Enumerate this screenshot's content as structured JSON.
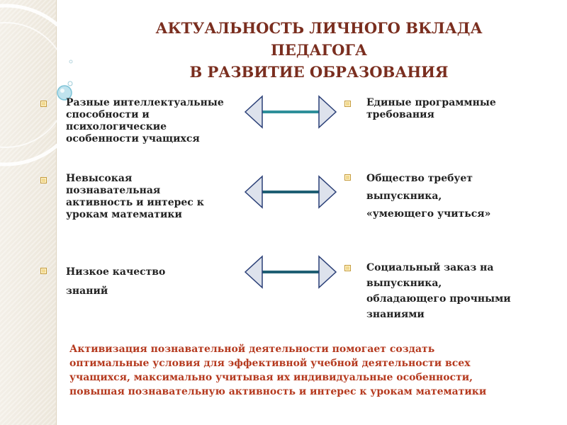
{
  "title": {
    "line1": "АКТУАЛЬНОСТЬ ЛИЧНОГО ВКЛАДА",
    "line2": "ПЕДАГОГА",
    "line3": "В РАЗВИТИЕ ОБРАЗОВАНИЯ"
  },
  "left_items": [
    {
      "lines": [
        "Разные интеллектуальные",
        "способности и",
        "психологические",
        "особенности учащихся"
      ]
    },
    {
      "lines": [
        "Невысокая",
        "познавательная",
        "активность и интерес к",
        "урокам математики"
      ]
    },
    {
      "lines": [
        "Низкое качество",
        "знаний"
      ]
    }
  ],
  "right_items": [
    {
      "lines": [
        "Единые программные",
        "требования"
      ]
    },
    {
      "lines": [
        "Общество требует",
        "выпускника,",
        "«умеющего учиться»"
      ]
    },
    {
      "lines": [
        "Социальный заказ на",
        "выпускника,",
        "обладающего прочными",
        "знаниями"
      ]
    }
  ],
  "summary": {
    "line1": " Активизация познавательной деятельности помогает создать",
    "line2": "оптимальные условия для эффективной учебной деятельности всех",
    "line3": "учащихся, максимально учитывая их индивидуальные особенности,",
    "line4": "повышая познавательную активность и интерес к урокам математики"
  },
  "colors": {
    "title": "#7a2e1f",
    "summary": "#b53a1f",
    "arrow_head": "#dde2ec",
    "arrow_line_1": "#2e8f9a",
    "arrow_line_2": "#1f5f73"
  },
  "icons": {
    "bullet": "square-bullet-icon",
    "arrow": "double-headed-arrow-icon"
  }
}
